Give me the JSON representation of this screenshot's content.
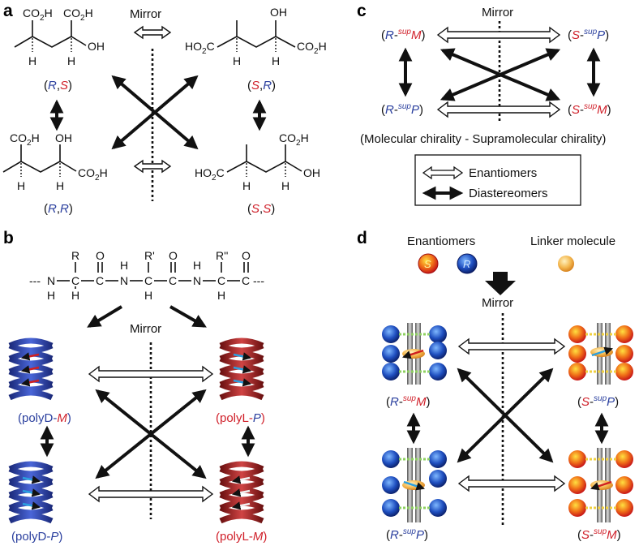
{
  "panels": {
    "a": "a",
    "b": "b",
    "c": "c",
    "d": "d"
  },
  "mirror_label": "Mirror",
  "panel_a": {
    "co2h": "CO",
    "oh": "OH",
    "h": "H",
    "ho2c": "HO",
    "label_RS": {
      "open": "(",
      "r": "R",
      "comma": ",",
      "s": "S",
      "close": ")"
    },
    "label_SR": {
      "open": "(",
      "s": "S",
      "comma": ",",
      "r": "R",
      "close": ")"
    },
    "label_RR": {
      "open": "(",
      "r1": "R",
      "comma": ",",
      "r2": "R",
      "close": ")"
    },
    "label_SS": {
      "open": "(",
      "s1": "S",
      "comma": ",",
      "s2": "S",
      "close": ")"
    }
  },
  "panel_b": {
    "backbone": {
      "n": "N",
      "c": "C",
      "h": "H",
      "o": "O",
      "r": "R",
      "r1": "R'",
      "r2": "R''",
      "dash": "---"
    },
    "label_polyD_M": {
      "pre": "(polyD-",
      "it": "M",
      "post": ")"
    },
    "label_polyL_P": {
      "pre": "(polyL-",
      "it": "P",
      "post": ")"
    },
    "label_polyD_P": {
      "pre": "(polyD-",
      "it": "P",
      "post": ")"
    },
    "label_polyL_M": {
      "pre": "(polyL-",
      "it": "M",
      "post": ")"
    }
  },
  "panel_c": {
    "RM": {
      "open": "(",
      "a": "R",
      "dash": "-",
      "sup": "sup",
      "b": "M",
      "close": ")"
    },
    "SP": {
      "open": "(",
      "a": "S",
      "dash": "-",
      "sup": "sup",
      "b": "P",
      "close": ")"
    },
    "RP": {
      "open": "(",
      "a": "R",
      "dash": "-",
      "sup": "sup",
      "b": "P",
      "close": ")"
    },
    "SM": {
      "open": "(",
      "a": "S",
      "dash": "-",
      "sup": "sup",
      "b": "M",
      "close": ")"
    },
    "caption": "(Molecular chirality - Supramolecular chirality)",
    "legend": {
      "enantiomers": "Enantiomers",
      "diastereomers": "Diastereomers"
    }
  },
  "panel_d": {
    "enantiomers": "Enantiomers",
    "linker": "Linker molecule",
    "ball_S": "S",
    "ball_R": "R",
    "RM": {
      "open": "(",
      "a": "R",
      "dash": "-",
      "sup": "sup",
      "b": "M",
      "close": ")"
    },
    "SP": {
      "open": "(",
      "a": "S",
      "dash": "-",
      "sup": "sup",
      "b": "P",
      "close": ")"
    },
    "RP": {
      "open": "(",
      "a": "R",
      "dash": "-",
      "sup": "sup",
      "b": "P",
      "close": ")"
    },
    "SM": {
      "open": "(",
      "a": "S",
      "dash": "-",
      "sup": "sup",
      "b": "M",
      "close": ")"
    }
  },
  "colors": {
    "blue": "#2a3f9e",
    "red": "#d0202a",
    "orange": "#f0a030"
  }
}
